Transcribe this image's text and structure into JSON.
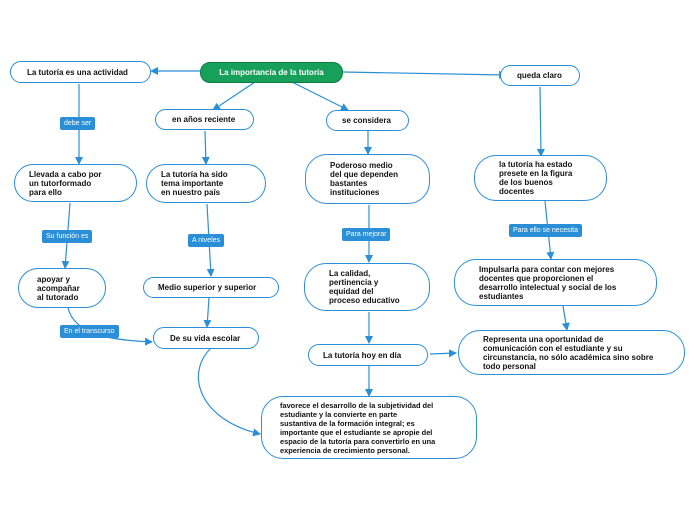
{
  "colors": {
    "line": "#2a8fd6",
    "root_fill": "#17a05a",
    "node_border": "#2a8fd6"
  },
  "root": "La importancia de la tutoría",
  "nodes": {
    "actividad": "La tutoría es una actividad",
    "llevada": "Llevada a cabo por\nun tutorformado\npara ello",
    "apoyar": "apoyar y\nacompañar\nal tutorado",
    "anos": "en años reciente",
    "sido": "La tutoría ha sido\ntema importante\nen nuestro país",
    "medio": "Medio superior y superior",
    "vida": "De su vida escolar",
    "considera": "se considera",
    "poderoso": "Poderoso medio\ndel que dependen\nbastantes\ninstituciones",
    "calidad": "La calidad,\npertinencia y\nequidad del\nproceso educativo",
    "hoy": "La tutoría hoy en día",
    "favorece": "favorece el desarrollo de la subjetividad del\nestudiante y la convierte en parte\nsustantiva de la formación integral; es\nimportante que el estudiante se apropie del\nespacio de la tutoría para convertirlo en una\nexperiencia de crecimiento personal.",
    "claro": "queda claro",
    "estado": "la tutoría ha estado\npresete en la figura\nde los buenos\ndocentes",
    "impulsarla": "Impulsarla para contar con mejores\ndocentes que proporcionen el\ndesarrollo intelectual y social de los\nestudiantes",
    "representa": "Representa una oportunidad de\ncomunicación con el estudiante y su\ncircunstancia, no sólo académica sino sobre\ntodo personal"
  },
  "labels": {
    "debe_ser": "debe ser",
    "funcion": "Su función es",
    "transcurso": "En el transcurso",
    "niveles": "A niveles",
    "mejorar": "Para mejorar",
    "necesita": "Para ello se necesita"
  }
}
